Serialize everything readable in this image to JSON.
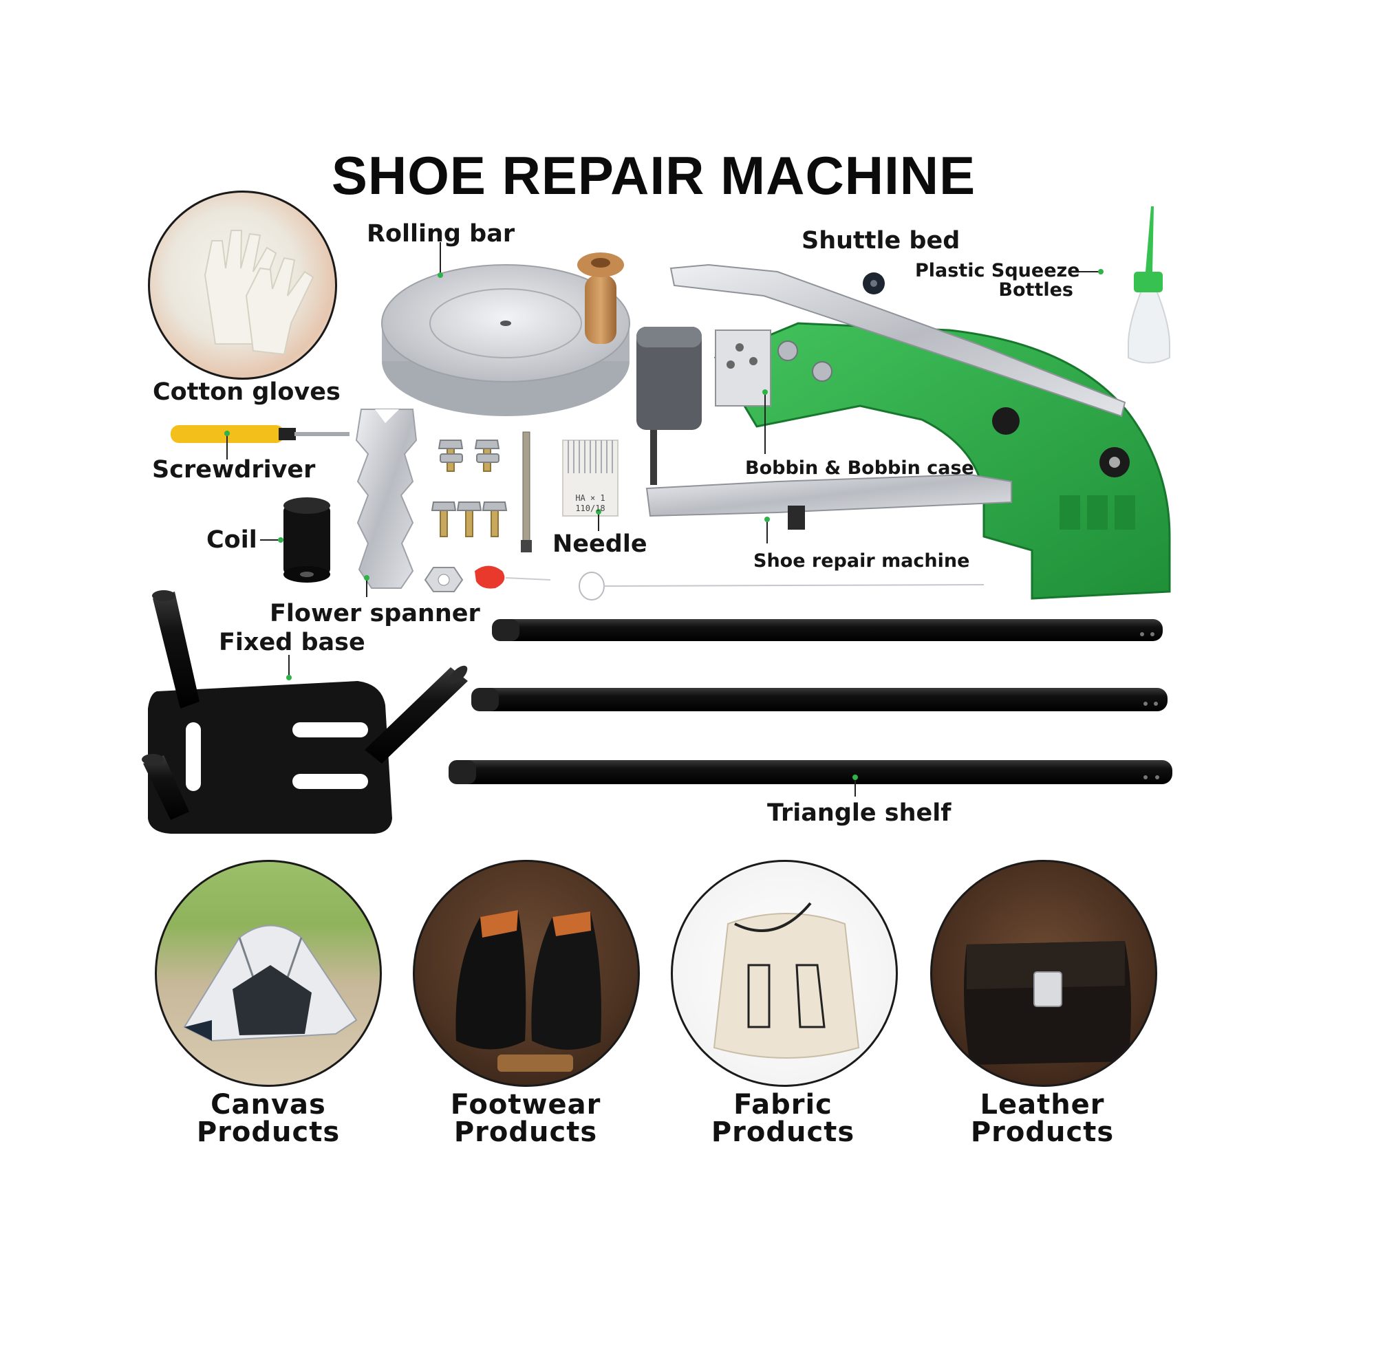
{
  "title": "SHOE REPAIR MACHINE",
  "labels": {
    "cotton_gloves": "Cotton gloves",
    "rolling_bar": "Rolling bar",
    "shuttle_bed": "Shuttle bed",
    "squeeze_bottles_line1": "Plastic Squeeze",
    "squeeze_bottles_line2": "Bottles",
    "screwdriver": "Screwdriver",
    "coil": "Coil",
    "bobbin": "Bobbin & Bobbin case",
    "needle": "Needle",
    "shoe_repair_machine": "Shoe repair machine",
    "flower_spanner": "Flower spanner",
    "fixed_base": "Fixed base",
    "triangle_shelf": "Triangle shelf"
  },
  "needle_pack_text": [
    "HA × 1",
    "110/18"
  ],
  "categories": [
    {
      "line1": "Canvas",
      "line2": "Products"
    },
    {
      "line1": "Footwear",
      "line2": "Products"
    },
    {
      "line1": "Fabric",
      "line2": "Products"
    },
    {
      "line1": "Leather",
      "line2": "Products"
    }
  ],
  "colors": {
    "machine_green": "#2fb24a",
    "label_dot": "#2fb24a",
    "chrome": "#c9ccd1",
    "bar_black": "#141414"
  }
}
